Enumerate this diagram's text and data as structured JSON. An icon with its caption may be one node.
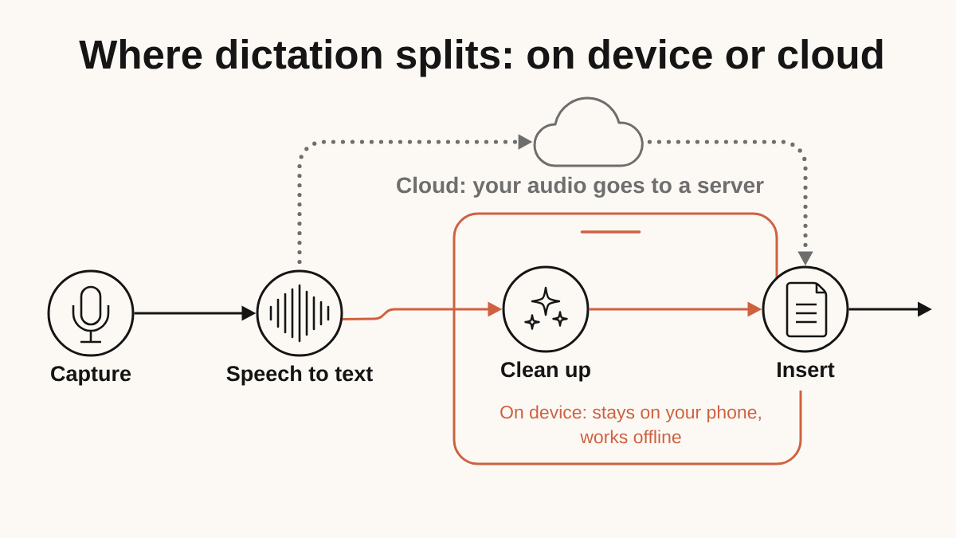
{
  "diagram": {
    "title": "Where dictation splits: on device or cloud",
    "nodes": [
      {
        "text": [
          "Capture"
        ]
      },
      {
        "text": [
          "Speech to text"
        ]
      },
      {
        "text": [],
        "shape": "cloud",
        "beside": [
          "Cloud: your audio goes to a server"
        ]
      },
      {
        "text": [
          "On device: stays on your phone, works offline"
        ]
      },
      {
        "text": [
          "Clean up"
        ],
        "in": 3
      },
      {
        "text": [
          "Insert"
        ]
      }
    ],
    "edges": [
      {
        "from": 0,
        "to": 1,
        "arrow": "to"
      },
      {
        "from": 1,
        "to": 2,
        "arrow": "to",
        "style": "dashed",
        "color": "#6e6e6e"
      },
      {
        "from": 2,
        "to": 5,
        "arrow": "to",
        "style": "dashed",
        "color": "#6e6e6e"
      },
      {
        "from": 1,
        "to": 4,
        "arrow": "to",
        "color": "#cf6140"
      },
      {
        "from": 4,
        "to": 5,
        "arrow": "to",
        "color": "#cf6140"
      },
      {
        "from": 5,
        "to": null,
        "arrow": "to"
      }
    ]
  }
}
